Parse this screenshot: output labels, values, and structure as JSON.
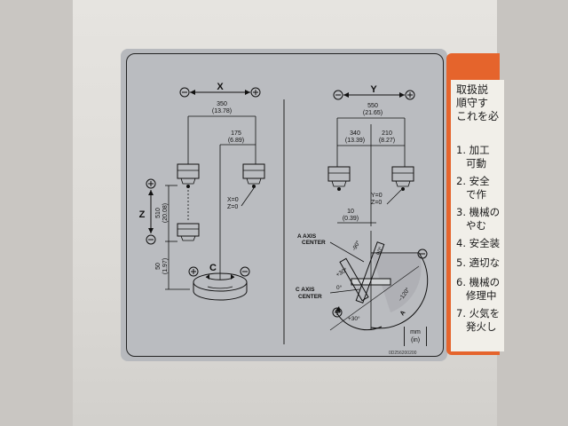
{
  "sign": {
    "x_axis": {
      "label": "X",
      "minus": "−",
      "plus": "+",
      "dim_total": "350",
      "dim_total_in": "(13.78)",
      "dim_half": "175",
      "dim_half_in": "(6.89)",
      "origin_x": "X=0",
      "origin_z": "Z=0"
    },
    "y_axis": {
      "label": "Y",
      "minus": "−",
      "plus": "+",
      "dim_total": "550",
      "dim_total_in": "(21.65)",
      "dim_left": "340",
      "dim_left_in": "(13.39)",
      "dim_right": "210",
      "dim_right_in": "(8.27)",
      "origin_y": "Y=0",
      "origin_z": "Z=0",
      "offset": "10",
      "offset_in": "(0.39)"
    },
    "z_axis": {
      "label": "Z",
      "plus": "+",
      "minus": "−",
      "travel": "510",
      "travel_in": "(20.08)",
      "table_gap": "50",
      "table_gap_in": "(1.97)"
    },
    "c_axis": {
      "label": "C",
      "plus": "+",
      "minus": "−"
    },
    "a_axis": {
      "center_label_1": "A AXIS",
      "center_label_2": "CENTER",
      "c_center_1": "C AXIS",
      "c_center_2": "CENTER",
      "angle_neg_90": "-90°",
      "angle_90": "90°",
      "angle_pos_30": "+30°",
      "angle_0": "0°",
      "angle_neg_120": "−120°",
      "angle_plus_30_bottom": "+30°",
      "a_label": "A",
      "plus": "+"
    },
    "units_1": "mm",
    "units_2": "(in)",
    "part_number": "0D256200200"
  },
  "warning_label": {
    "heading": "取扱説\n順守す\nこれを必",
    "items": [
      "1. 加工\n   可動",
      "2. 安全\n   で作",
      "3. 機械の\n   やむ",
      "4. 安全装",
      "5. 適切な",
      "6. 機械の\n   修理中",
      "7. 火気を\n   発火し"
    ]
  },
  "colors": {
    "plate": "#b9bbbf",
    "warning_orange": "#e5642c",
    "ink": "#111111"
  }
}
